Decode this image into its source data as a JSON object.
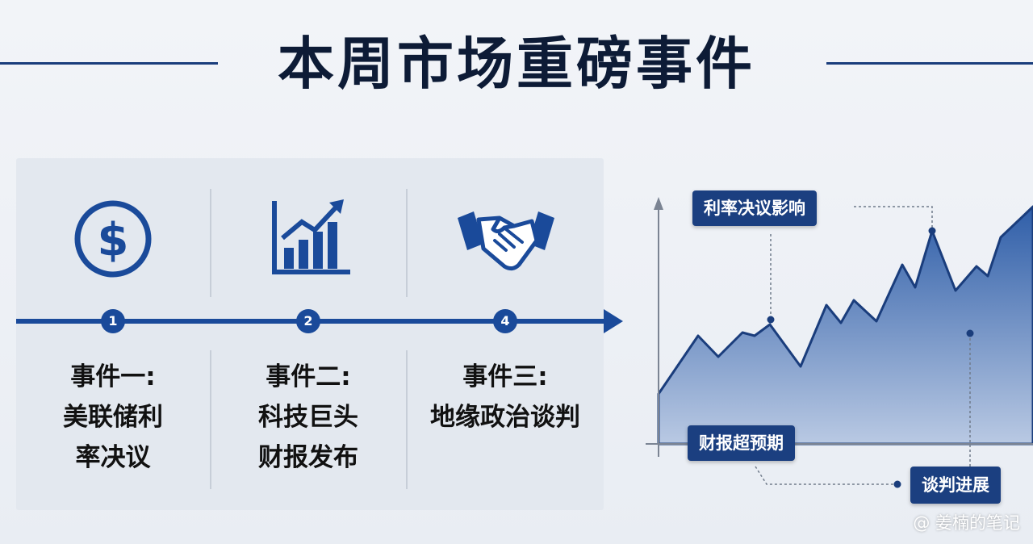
{
  "title": "本周市场重磅事件",
  "events": [
    {
      "badge": "1",
      "line1": "事件一:",
      "line2": "美联储利",
      "line3": "率决议",
      "icon": "dollar-icon"
    },
    {
      "badge": "2",
      "line1": "事件二:",
      "line2": "科技巨头",
      "line3": "财报发布",
      "icon": "growth-chart-icon"
    },
    {
      "badge": "4",
      "line1": "事件三:",
      "line2": "地缘政治谈判",
      "line3": "",
      "icon": "handshake-icon"
    }
  ],
  "callouts": {
    "rate_decision": "利率决议影响",
    "earnings": "财报超预期",
    "negotiation": "谈判进展"
  },
  "watermark": "@ 姜楠的笔记",
  "colors": {
    "primary": "#1a4a9a",
    "callout": "#1b3f80",
    "area": "#2f5ea8"
  }
}
